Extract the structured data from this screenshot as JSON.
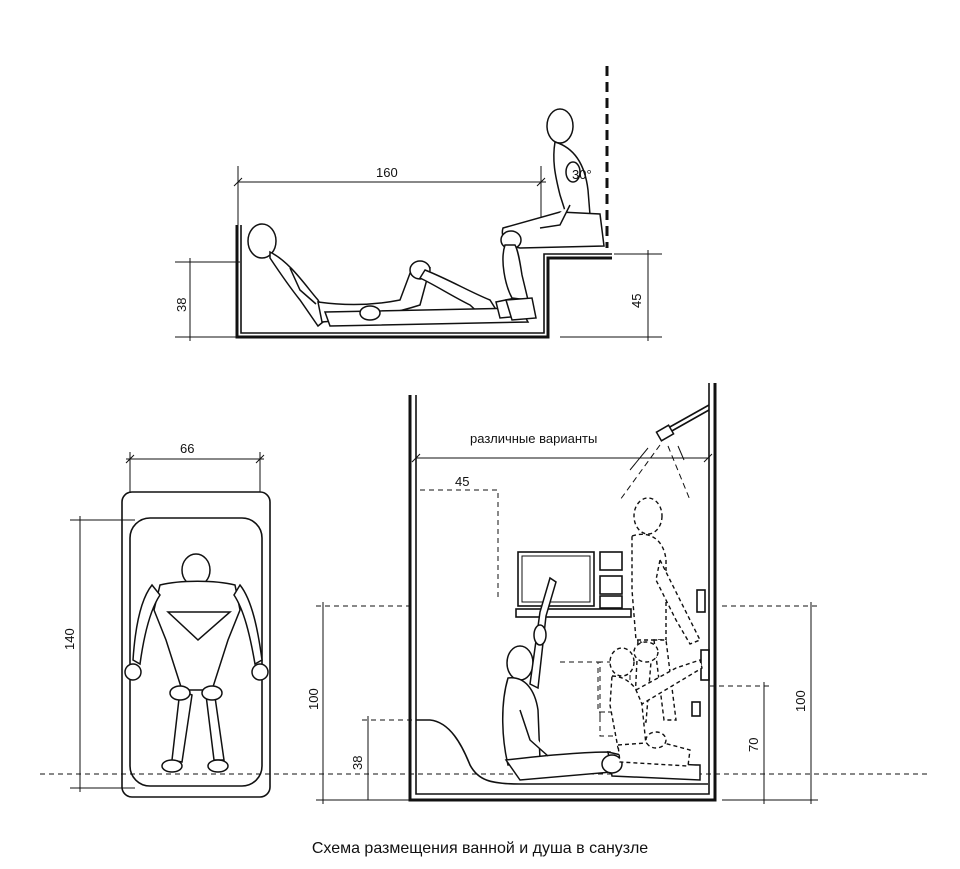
{
  "caption": "Схема размещения ванной и душа в санузле",
  "bath_side_view": {
    "length_label": "160",
    "bath_depth_label": "38",
    "seat_height_label": "45",
    "tilt_label": "30°"
  },
  "bath_plan_view": {
    "width_label": "66",
    "length_label": "140"
  },
  "shower_view": {
    "variants_label": "различные варианты",
    "offset_label": "45",
    "left_height_label": "100",
    "left_low_label": "38",
    "right_height_label": "100",
    "right_mid_label": "70"
  }
}
